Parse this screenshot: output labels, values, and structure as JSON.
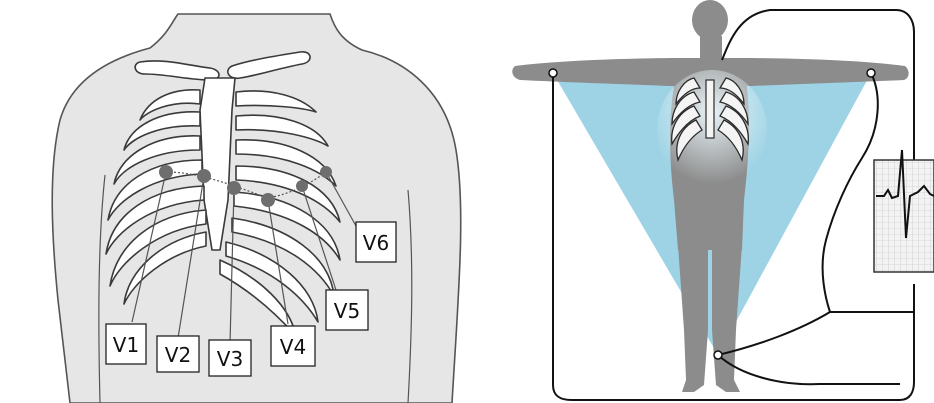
{
  "leads": [
    {
      "label": "V1"
    },
    {
      "label": "V2"
    },
    {
      "label": "V3"
    },
    {
      "label": "V4"
    },
    {
      "label": "V5"
    },
    {
      "label": "V6"
    }
  ],
  "colors": {
    "torso_fill": "#e6e6e6",
    "electrode": "#6e6e6e",
    "triangle": "#7cc4dc",
    "body_figure": "#8c8c8c",
    "ecg_grid": "#c8c8c8"
  }
}
